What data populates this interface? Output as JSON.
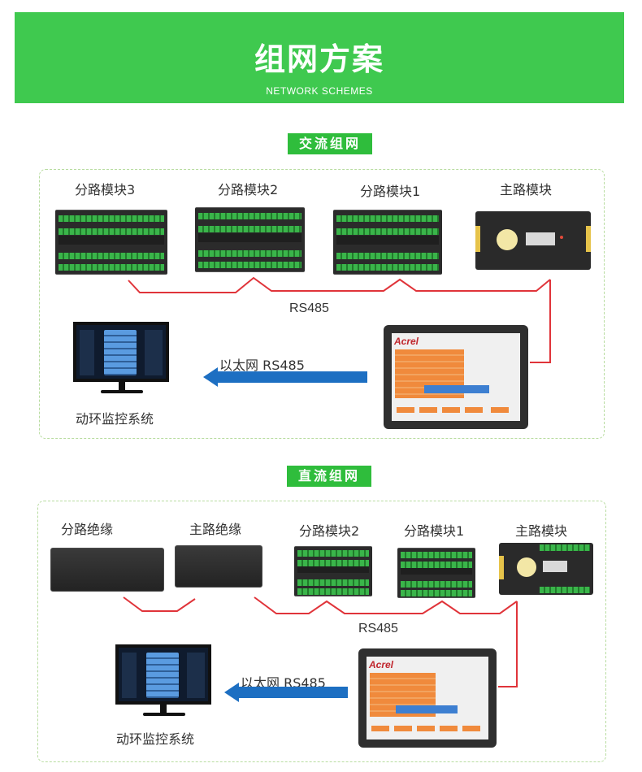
{
  "header": {
    "title": "组网方案",
    "subtitle": "NETWORK SCHEMES"
  },
  "ac": {
    "tag": "交流组网",
    "devices": [
      "分路模块3",
      "分路模块2",
      "分路模块1",
      "主路模块"
    ],
    "bus_label": "RS485",
    "link_label": "以太网 RS485",
    "system_label": "动环监控系统",
    "hmi_brand": "Acrel"
  },
  "dc": {
    "tag": "直流组网",
    "devices": [
      "分路绝缘",
      "主路绝缘",
      "分路模块2",
      "分路模块1",
      "主路模块"
    ],
    "bus_label": "RS485",
    "link_label": "以太网 RS485",
    "system_label": "动环监控系统",
    "hmi_brand": "Acrel"
  },
  "colors": {
    "banner": "#3fc94f",
    "tag": "#2fbd3c",
    "wire": "#e0343a",
    "arrow": "#1d6fc2",
    "panel_border": "#b8dca0"
  }
}
